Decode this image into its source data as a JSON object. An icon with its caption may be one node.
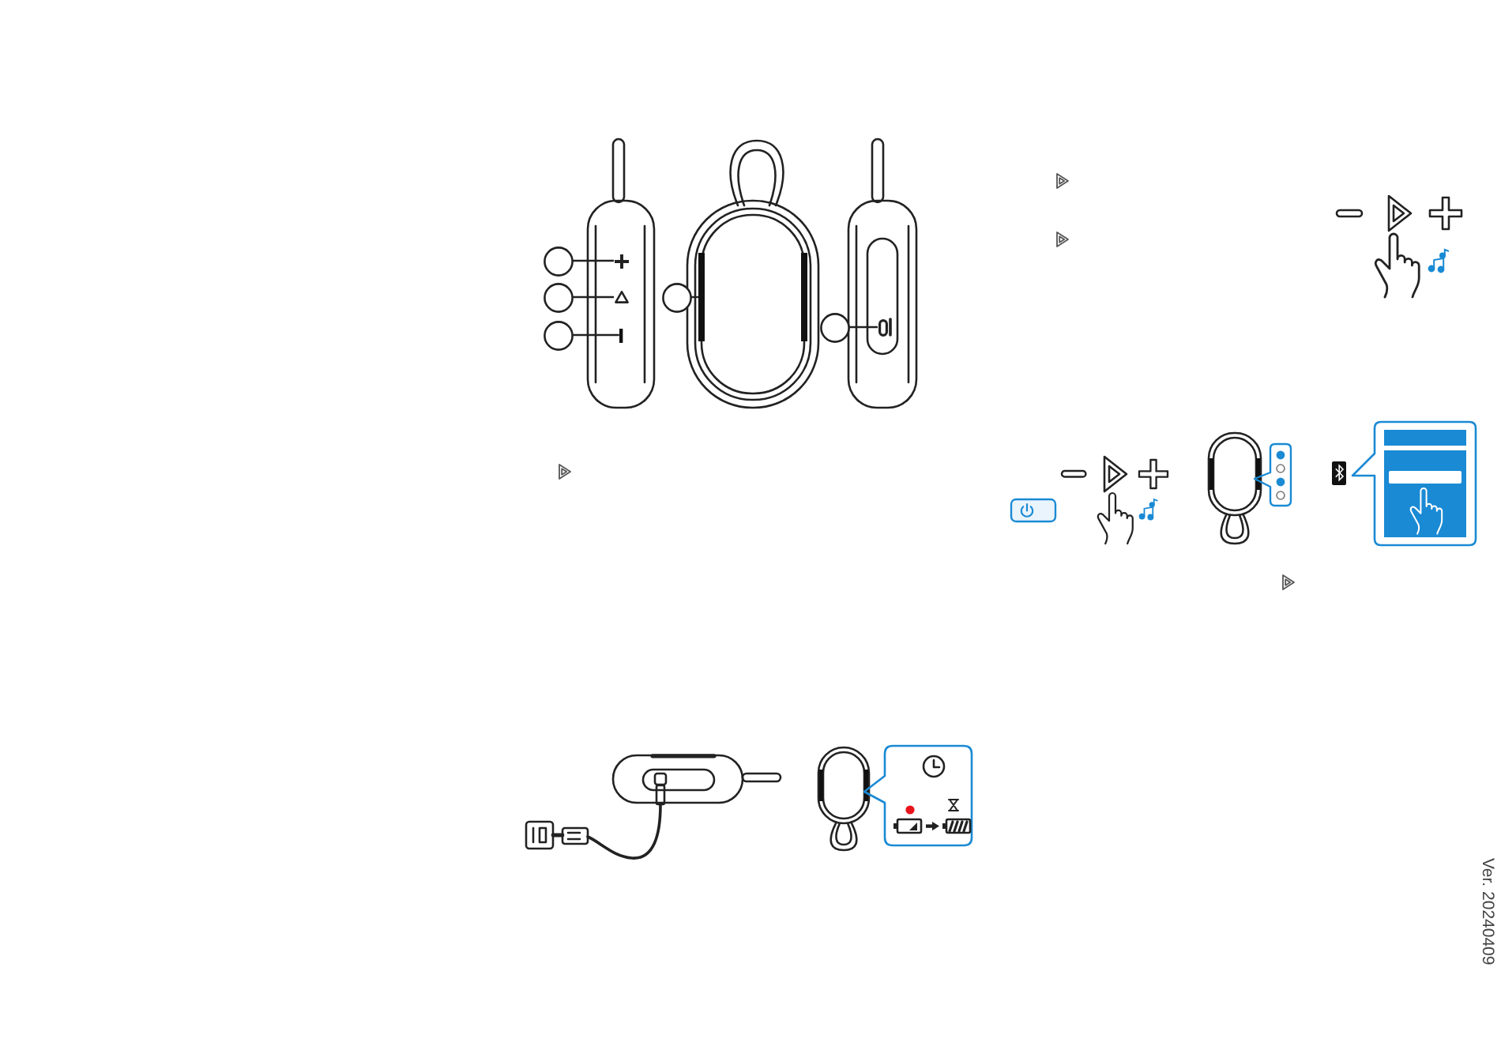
{
  "diagram": {
    "nodes": [
      {
        "text": [],
        "shape": "circle"
      },
      {
        "text": [],
        "shape": "circle"
      },
      {
        "text": [],
        "shape": "circle"
      },
      {
        "text": [],
        "shape": "circle"
      },
      {
        "text": [],
        "shape": "circle"
      },
      {
        "text": [],
        "shape": "plus"
      },
      {
        "text": [],
        "shape": "triangle"
      },
      {
        "text": [],
        "shape": "bar"
      },
      {
        "text": [],
        "shape": "bar"
      },
      {
        "text": [],
        "shape": "box"
      }
    ],
    "edges": [
      {
        "from": 0,
        "to": 5,
        "arrow": "none"
      },
      {
        "from": 1,
        "to": 6,
        "arrow": "none"
      },
      {
        "from": 2,
        "to": 7,
        "arrow": "none"
      },
      {
        "from": 3,
        "to": 8,
        "arrow": "none"
      },
      {
        "from": 4,
        "to": 9,
        "arrow": "none"
      }
    ],
    "labels": [
      "Ver. 20240409"
    ]
  }
}
